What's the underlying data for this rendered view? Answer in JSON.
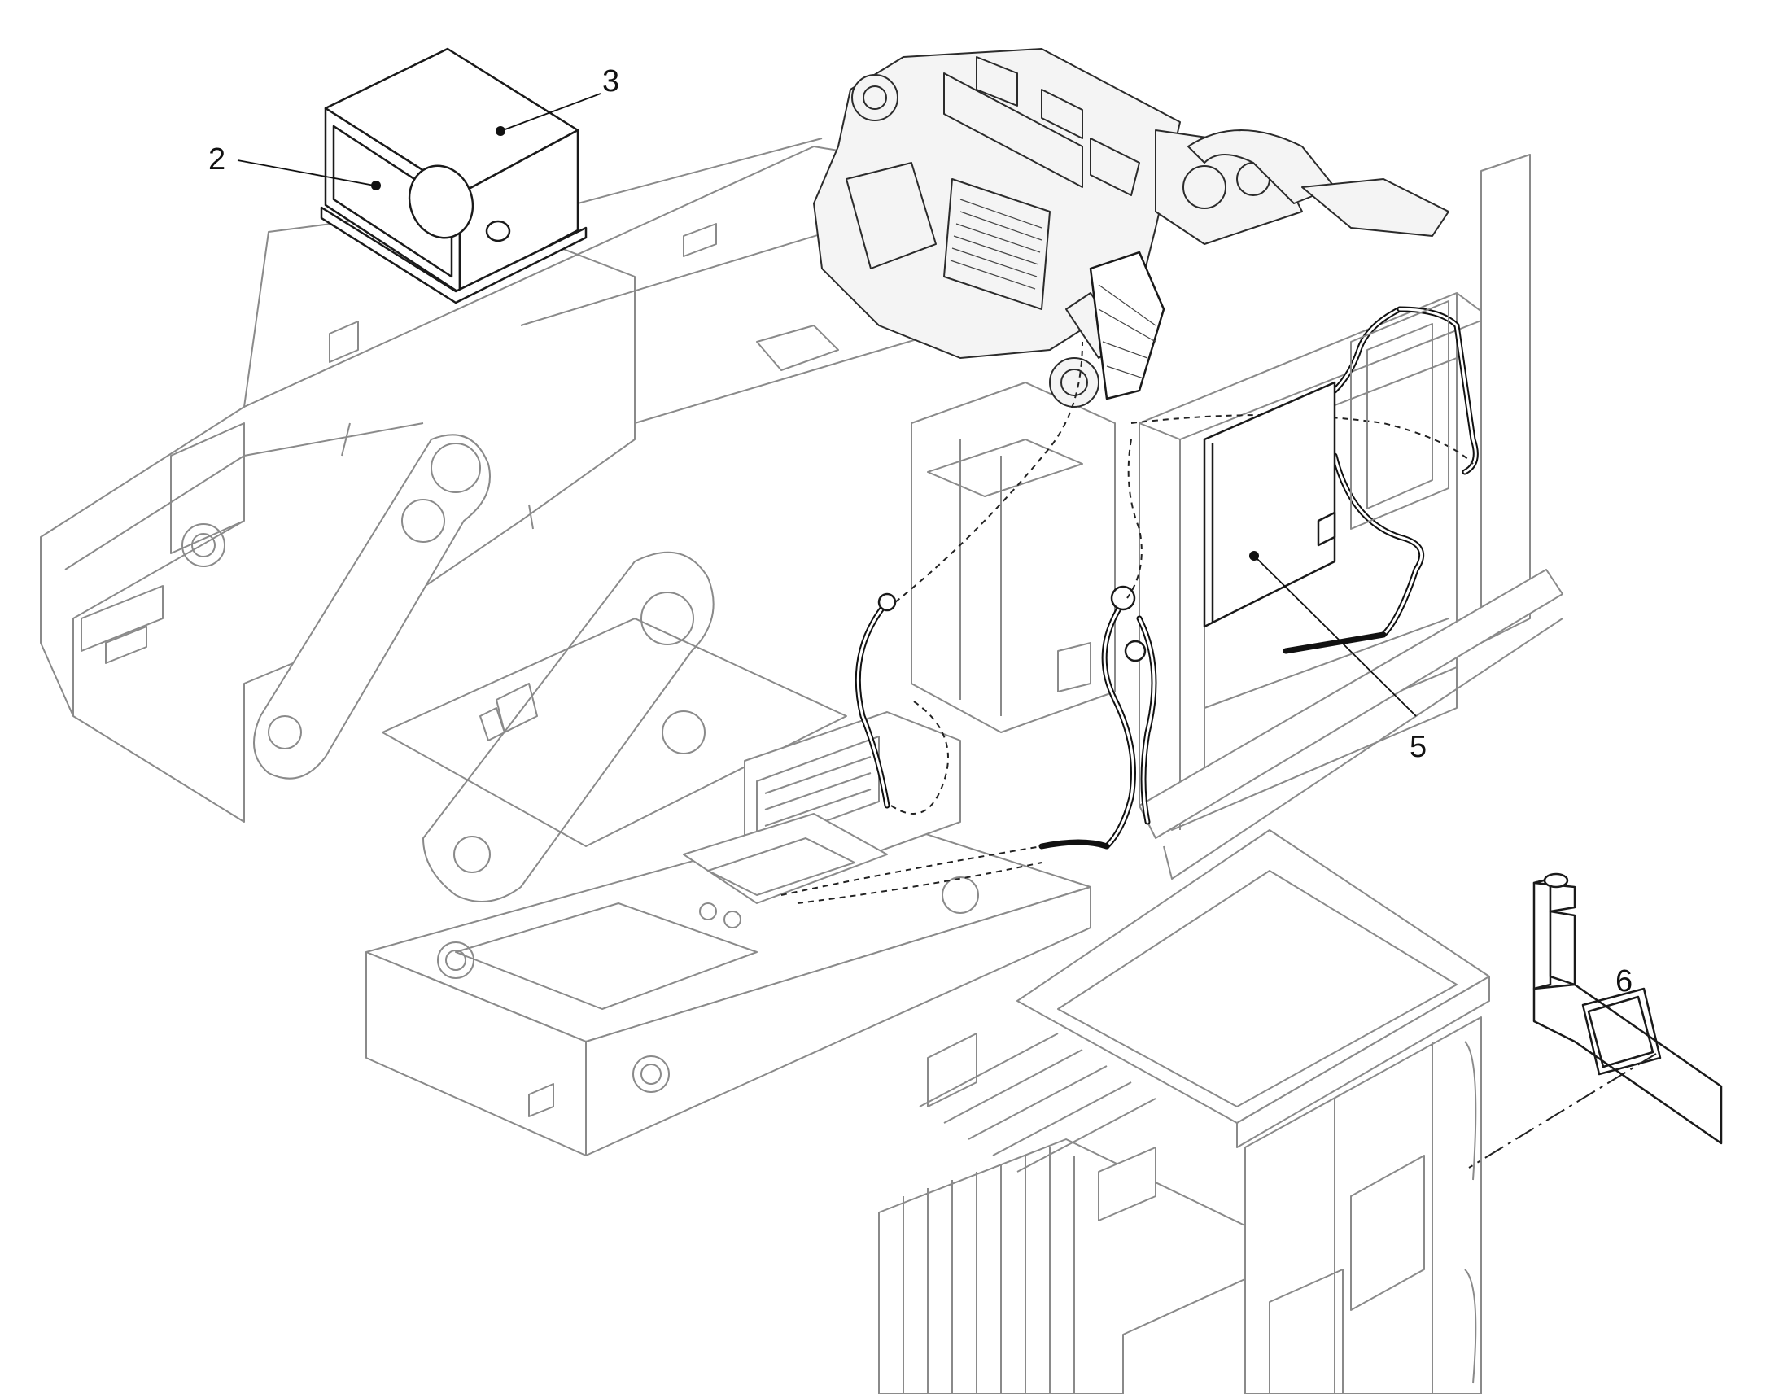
{
  "callouts": {
    "c2": "2",
    "c3": "3",
    "c5": "5",
    "c6": "6"
  }
}
